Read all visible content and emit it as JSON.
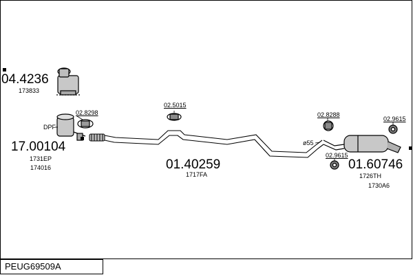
{
  "title": "PEUG69509A",
  "label_dpf": "DPF",
  "parts": [
    {
      "number": "04.4236",
      "codes": [
        "173833"
      ]
    },
    {
      "number": "17.00104",
      "codes": [
        "1731EP",
        "174016"
      ]
    },
    {
      "number": "01.40259",
      "codes": [
        "1717FA"
      ]
    },
    {
      "number": "01.60746",
      "codes": [
        "1726TH",
        "1730A6"
      ]
    }
  ],
  "accessories": {
    "clamp_left": "02.8298",
    "hanger_mid": "02.5015",
    "clamp_right": "02.8288",
    "rubber_top": "02.9615",
    "rubber_bottom": "02.9615"
  },
  "diameter": "ø55",
  "colors": {
    "line": "#000000",
    "part_fill": "#c8c8c8",
    "background": "#ffffff"
  }
}
